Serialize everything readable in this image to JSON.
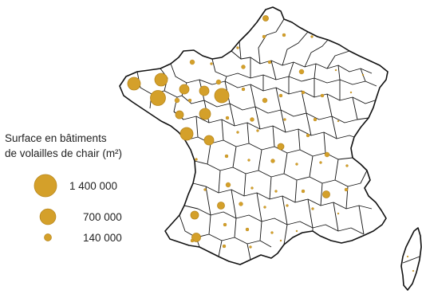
{
  "legend": {
    "title_line1": "Surface en bâtiments",
    "title_line2": "de volailles de chair (m²)",
    "items": [
      {
        "value": 1400000,
        "label": "1 400 000"
      },
      {
        "value": 700000,
        "label": "700 000"
      },
      {
        "value": 140000,
        "label": "140 000"
      }
    ]
  },
  "colors": {
    "bubble": "#D4A02A",
    "bubble_stroke": "#B8871C",
    "border": "#111111",
    "background": "#ffffff"
  },
  "map": {
    "country": "France",
    "unit": "m²"
  }
}
